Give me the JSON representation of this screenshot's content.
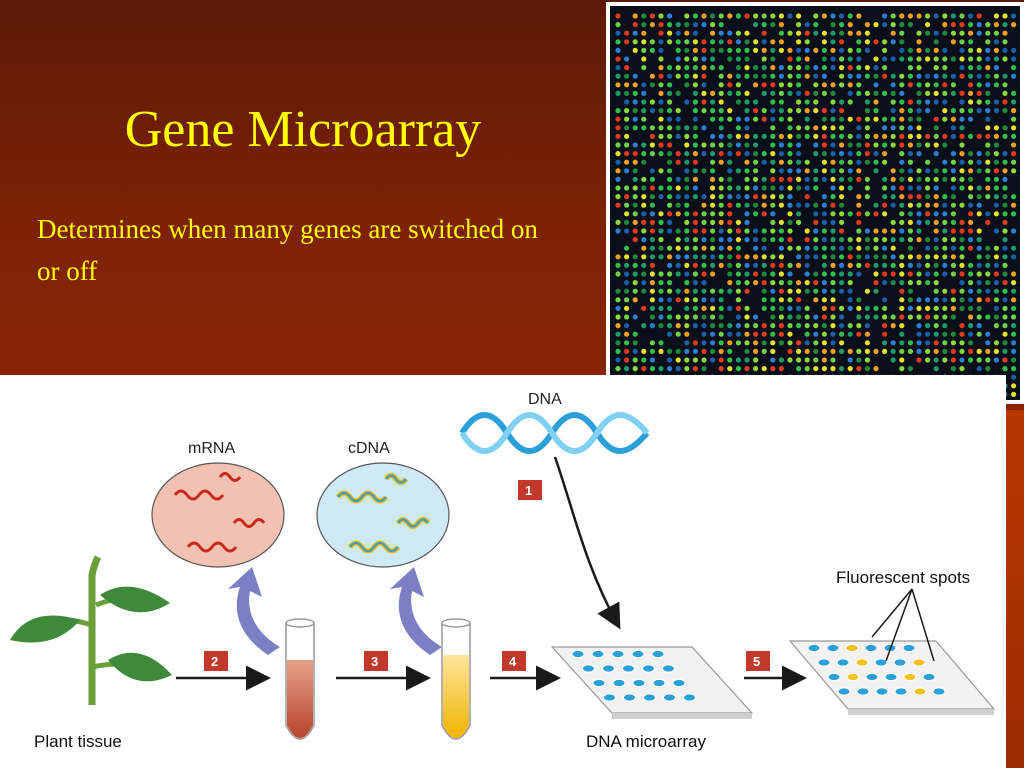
{
  "slide": {
    "title": "Gene Microarray",
    "subtitle": "Determines when many genes are switched on or off"
  },
  "diagram": {
    "labels": {
      "mrna": "mRNA",
      "cdna": "cDNA",
      "dna": "DNA",
      "plant_tissue": "Plant tissue",
      "dna_microarray": "DNA microarray",
      "fluorescent_spots": "Fluorescent spots"
    },
    "steps": [
      "1",
      "2",
      "3",
      "4",
      "5"
    ]
  },
  "colors": {
    "title": "#ffff00",
    "background": "#8a2604",
    "step_badge": "#c0392b",
    "arrow_purple": "#7b7fc4",
    "spot_blue": "#2a9fd8",
    "spot_yellow": "#f5c022"
  },
  "icons": {
    "plant": "plant-icon",
    "dna_helix": "dna-helix-icon",
    "test_tube": "test-tube-icon",
    "microarray_slide": "microarray-slide-icon"
  }
}
